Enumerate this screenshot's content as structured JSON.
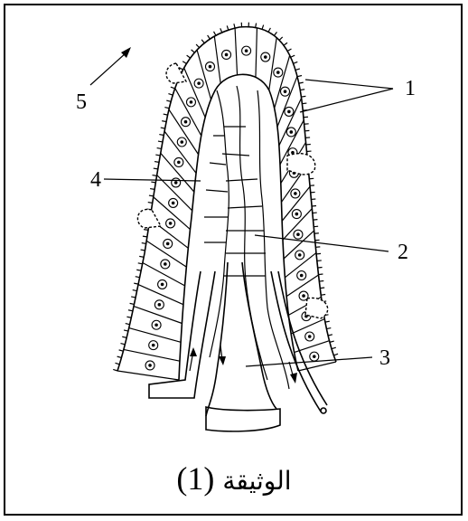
{
  "figure": {
    "caption_text": "الوثيقة",
    "caption_number": "(1)",
    "labels": {
      "label_1": "1",
      "label_2": "2",
      "label_3": "3",
      "label_4": "4",
      "label_5": "5"
    }
  }
}
